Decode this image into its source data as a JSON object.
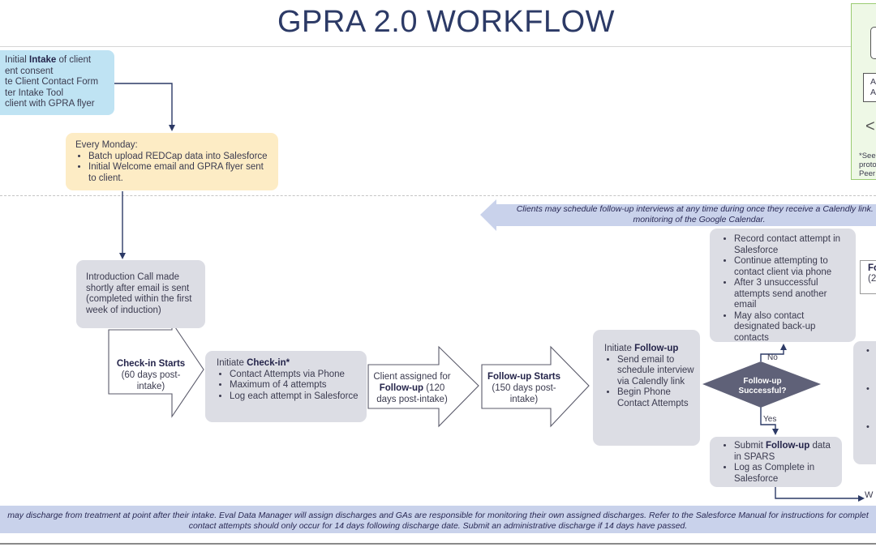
{
  "title": "GPRA 2.0 WORKFLOW",
  "intake": {
    "lines": [
      {
        "pre": "Initial ",
        "bold": "Intake",
        "post": " of client"
      },
      {
        "pre": "ent consent",
        "bold": "",
        "post": ""
      },
      {
        "pre": "te Client Contact Form",
        "bold": "",
        "post": ""
      },
      {
        "pre": "ter Intake Tool",
        "bold": "",
        "post": ""
      },
      {
        "pre": "client with GPRA flyer",
        "bold": "",
        "post": ""
      }
    ]
  },
  "monday": {
    "heading": "Every Monday:",
    "items": [
      "Batch upload REDCap data into Salesforce",
      "Initial Welcome email and GPRA flyer sent to client."
    ]
  },
  "intro": {
    "text": "Introduction Call made shortly after email is sent (completed within the first week of induction)"
  },
  "checkin_starts": {
    "bold": "Check-in Starts",
    "rest": " (60 days post-intake)"
  },
  "checkin": {
    "heading_pre": "Initiate ",
    "heading_bold": "Check-in*",
    "items": [
      "Contact Attempts via Phone",
      "Maximum of 4 attempts",
      "Log each attempt in Salesforce"
    ]
  },
  "client_assigned": {
    "pre": "Client assigned for ",
    "bold": "Follow-up",
    "post": " (120 days post-intake)"
  },
  "followup_starts": {
    "bold": "Follow-up Starts",
    "rest": " (150 days post-intake)"
  },
  "followup": {
    "heading_pre": "Initiate ",
    "heading_bold": "Follow-up",
    "items": [
      "Send email to schedule interview via Calendly link",
      "Begin Phone Contact Attempts"
    ]
  },
  "record": {
    "items": [
      "Record contact attempt in Salesforce",
      "Continue attempting to contact client via phone",
      "After 3 unsuccessful attempts send another email",
      "May also contact designated back-up contacts"
    ]
  },
  "diamond": {
    "line1": "Follow-up",
    "line2": "Successful?"
  },
  "no_label": "No",
  "yes_label": "Yes",
  "submit": {
    "item1_pre": "Submit ",
    "item1_bold": "Follow-up",
    "item1_post": " data in SPARS",
    "item2": "Log as Complete in Salesforce"
  },
  "banner": {
    "line1": "Clients may schedule follow-up interviews at any time during once they receive a Calendly link.  C",
    "line2": "monitoring of the Google Calendar."
  },
  "right_white": {
    "line1": "Fo",
    "line2": "(2"
  },
  "right_gray": {
    "bullets": [
      "•",
      "•",
      "•"
    ]
  },
  "green_box": {
    "line1": "A",
    "line2": "A",
    "glyph": "<",
    "note": "*See\nproto\nPeer"
  },
  "footer": {
    "line1": "may discharge from treatment at point after their intake. Eval Data Manager will assign discharges and GAs are responsible for monitoring their own assigned discharges. Refer to the Salesforce Manual for instructions for complet",
    "line2": "contact attempts should only occur for 14 days following discharge date. Submit an administrative discharge if 14 days have passed."
  },
  "w_box": "W",
  "colors": {
    "navy": "#2c3a66",
    "intake_blue": "#bfe3f3",
    "monday_yellow": "#fdecc5",
    "gray_box": "#dcdde4",
    "diamond": "#5f6178",
    "banner_arrow": "#c9d2eb"
  }
}
